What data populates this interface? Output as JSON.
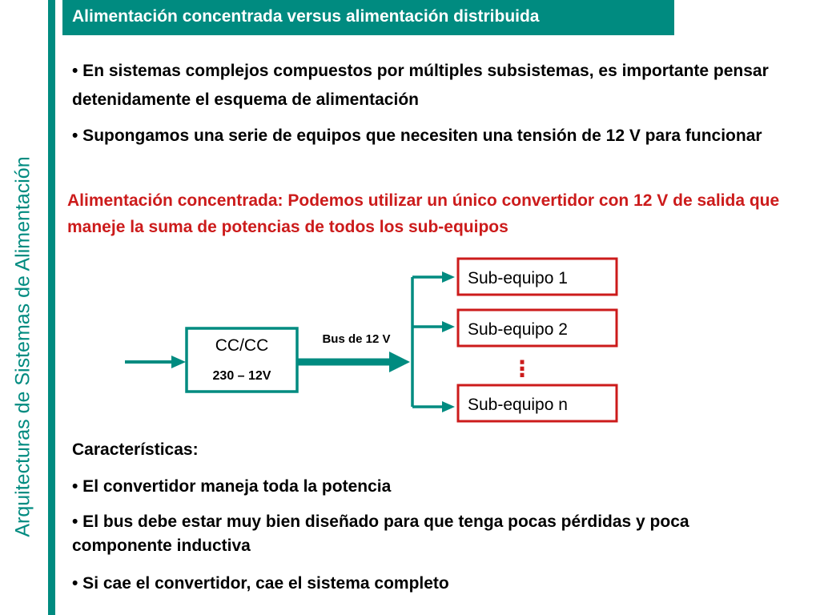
{
  "slide": {
    "side_title": "Arquitecturas de Sistemas de Alimentación",
    "header": "Alimentación concentrada versus alimentación distribuida",
    "intro_bullets": [
      "• En sistemas complejos compuestos por múltiples subsistemas, es importante pensar detenidamente el esquema de alimentación",
      "• Supongamos una serie de equipos que necesiten una tensión de 12 V para funcionar"
    ],
    "highlight": "Alimentación concentrada: Podemos utilizar un único convertidor con 12 V de salida que maneje la suma de  potencias de todos los sub-equipos",
    "diagram": {
      "converter_title": "CC/CC",
      "converter_ratio": "230 – 12V",
      "bus_label": "Bus de 12 V",
      "sub_equipment": [
        "Sub-equipo 1",
        "Sub-equipo 2",
        "Sub-equipo n"
      ],
      "ellipsis": "⋮"
    },
    "features_title": "Características:",
    "features": [
      "• El convertidor maneja toda la potencia",
      "• El bus debe estar muy bien diseñado para que tenga pocas pérdidas y poca componente inductiva",
      "• Si cae el convertidor, cae el sistema completo"
    ],
    "colors": {
      "teal": "#008b80",
      "red": "#cc1b1b"
    }
  }
}
